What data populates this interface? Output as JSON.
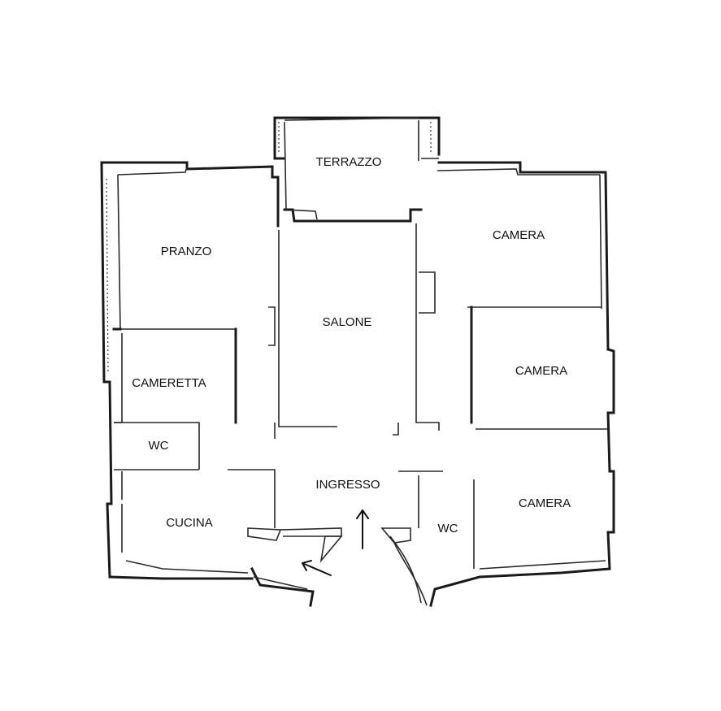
{
  "rooms": {
    "terrazzo": "TERRAZZO",
    "pranzo": "PRANZO",
    "salone": "SALONE",
    "camera_top": "CAMERA",
    "camera_middle": "CAMERA",
    "camera_bottom": "CAMERA",
    "cameretta": "CAMERETTA",
    "wc_left": "WC",
    "wc_right": "WC",
    "ingresso": "INGRESSO",
    "cucina": "CUCINA"
  }
}
